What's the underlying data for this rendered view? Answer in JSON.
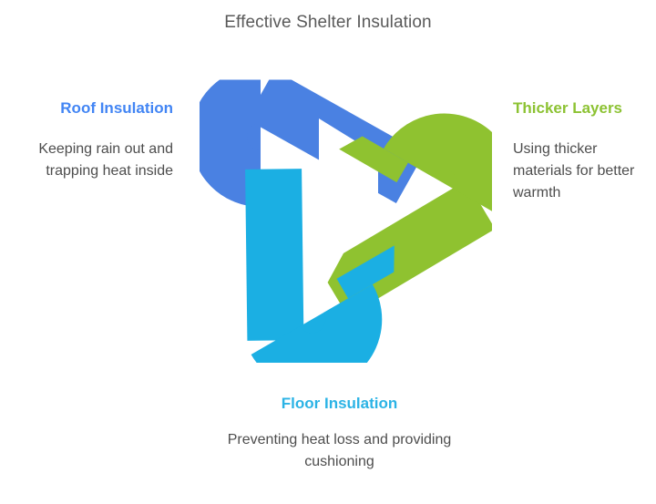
{
  "title": "Effective Shelter Insulation",
  "colors": {
    "title_text": "#5a5a5a",
    "body_text": "#4d4d4d",
    "blue_accent": "#4285f4",
    "green_accent": "#8cc232",
    "cyan_accent": "#2bb3e5",
    "link_blue": "#4a81e2",
    "link_green": "#8fc230",
    "link_cyan": "#1bafe3",
    "background": "#ffffff"
  },
  "graphic": {
    "name": "interlocking-trefoil-links",
    "link_count": 3,
    "links": [
      {
        "id": "link-blue",
        "color": "#4a81e2",
        "position": "top-left"
      },
      {
        "id": "link-green",
        "color": "#8fc230",
        "position": "right"
      },
      {
        "id": "link-cyan",
        "color": "#1bafe3",
        "position": "bottom"
      }
    ]
  },
  "nodes": [
    {
      "id": "roof",
      "heading": "Roof Insulation",
      "description": "Keeping rain out and trapping heat inside",
      "color": "#4285f4",
      "align": "right"
    },
    {
      "id": "thicker",
      "heading": "Thicker Layers",
      "description": "Using thicker materials for better warmth",
      "color": "#8cc232",
      "align": "left"
    },
    {
      "id": "floor",
      "heading": "Floor Insulation",
      "description": "Preventing heat loss and providing cushioning",
      "color": "#2bb3e5",
      "align": "center"
    }
  ]
}
